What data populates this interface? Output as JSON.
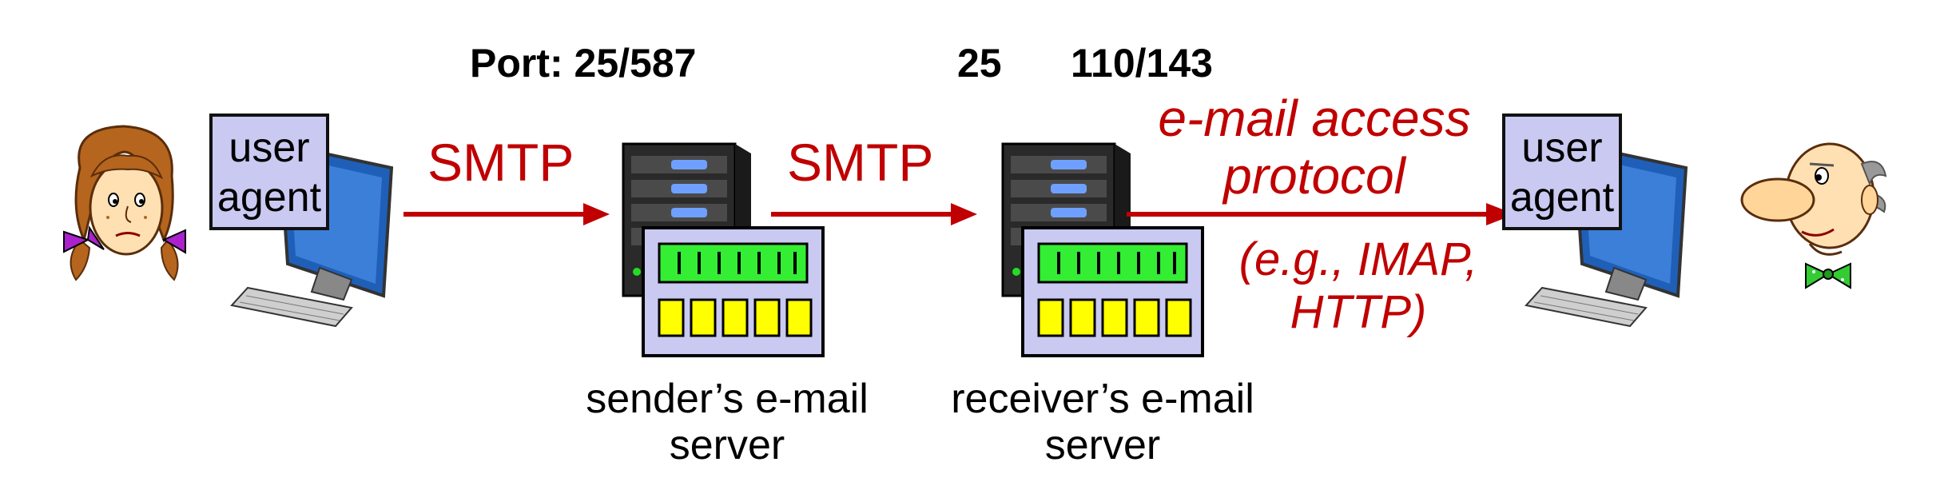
{
  "ports": {
    "port_label": "Port: 25/587",
    "smtp_port": "25",
    "access_ports": "110/143"
  },
  "protocols": {
    "smtp_1": "SMTP",
    "smtp_2": "SMTP",
    "access_line1": "e-mail access",
    "access_line2": "protocol",
    "example_line1": "(e.g., IMAP,",
    "example_line2": "HTTP)"
  },
  "user_agent_left": {
    "line1": "user",
    "line2": "agent"
  },
  "user_agent_right": {
    "line1": "user",
    "line2": "agent"
  },
  "sender_server": {
    "line1": "sender’s e-mail",
    "line2": "server"
  },
  "receiver_server": {
    "line1": "receiver’s e-mail",
    "line2": "server"
  },
  "colors": {
    "protocol_red": "#c00000",
    "agent_box": "#c9c9f2",
    "mailbox_body": "#c9c9f2",
    "display_green": "#33ee33",
    "slot_yellow": "#ffff00"
  }
}
